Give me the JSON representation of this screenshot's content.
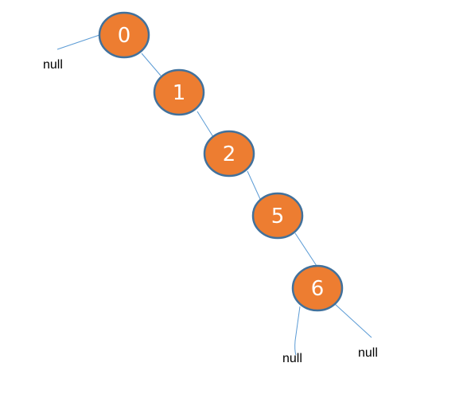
{
  "tree": {
    "nodes": [
      {
        "id": "0",
        "label": "0"
      },
      {
        "id": "1",
        "label": "1"
      },
      {
        "id": "2",
        "label": "2"
      },
      {
        "id": "5",
        "label": "5"
      },
      {
        "id": "6",
        "label": "6"
      }
    ],
    "null_labels": [
      {
        "label": "null"
      },
      {
        "label": "null"
      },
      {
        "label": "null"
      }
    ],
    "colors": {
      "node_fill": "#ed7d31",
      "node_border": "#41719c",
      "edge": "#5b9bd5",
      "label_text": "#ffffff"
    }
  }
}
